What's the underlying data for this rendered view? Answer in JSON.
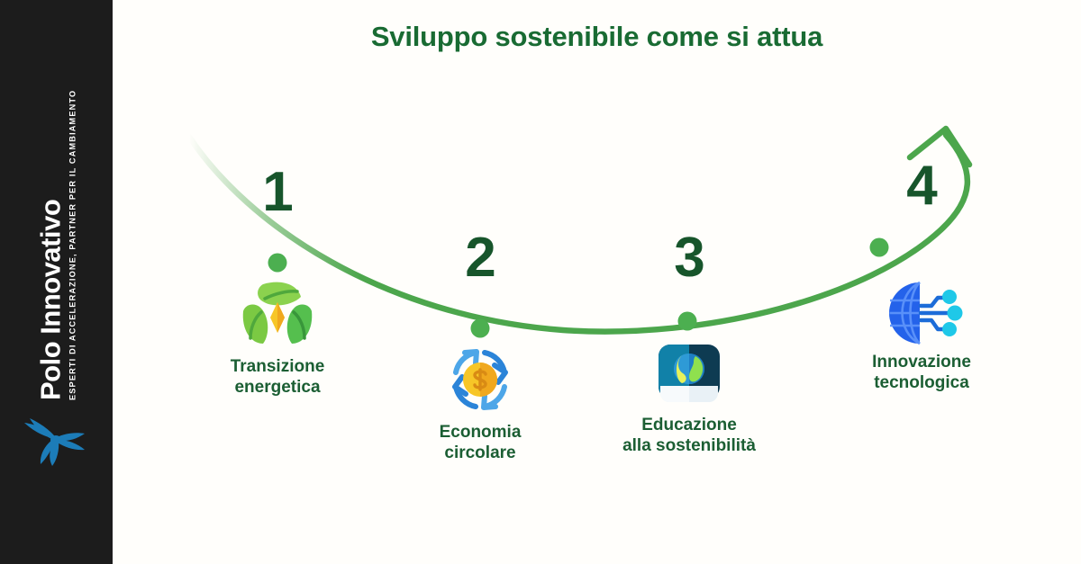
{
  "sidebar": {
    "brand_name": "Polo Innovativo",
    "tagline": "ESPERTI DI ACCELERAZIONE, PARTNER PER IL CAMBIAMENTO",
    "logo_icon": "bird-leaf-logo-icon",
    "background_color": "#1C1C1C",
    "text_color": "#FFFFFF",
    "logo_color": "#1C7CB8"
  },
  "main": {
    "title": "Sviluppo sostenibile come si attua",
    "title_color": "#196B33",
    "background_color": "#FFFEFB",
    "curve": {
      "name": "upward-trend-curve",
      "color": "#4CA64C",
      "arrow_direction": "up-right",
      "dot_color": "#4CAF50"
    },
    "steps": [
      {
        "number": "1",
        "label_line1": "Transizione",
        "label_line2": "energetica",
        "icon": "leaves-energy-icon",
        "icon_colors": [
          "#7AC943",
          "#4CAF50",
          "#F5C518"
        ]
      },
      {
        "number": "2",
        "label_line1": "Economia",
        "label_line2": "circolare",
        "icon": "circular-arrows-coin-icon",
        "icon_colors": [
          "#4DA6E8",
          "#2B84D8",
          "#F5C518",
          "#F0A81E"
        ]
      },
      {
        "number": "3",
        "label_line1": "Educazione",
        "label_line2": "alla sostenibilità",
        "icon": "book-globe-icon",
        "icon_colors": [
          "#0E3B52",
          "#1181A8",
          "#EAF2F6",
          "#8FE04E"
        ]
      },
      {
        "number": "4",
        "label_line1": "Innovazione",
        "label_line2": "tecnologica",
        "icon": "globe-network-icon",
        "icon_colors": [
          "#1140D8",
          "#2A6CF0",
          "#1FC8E8"
        ]
      }
    ]
  }
}
